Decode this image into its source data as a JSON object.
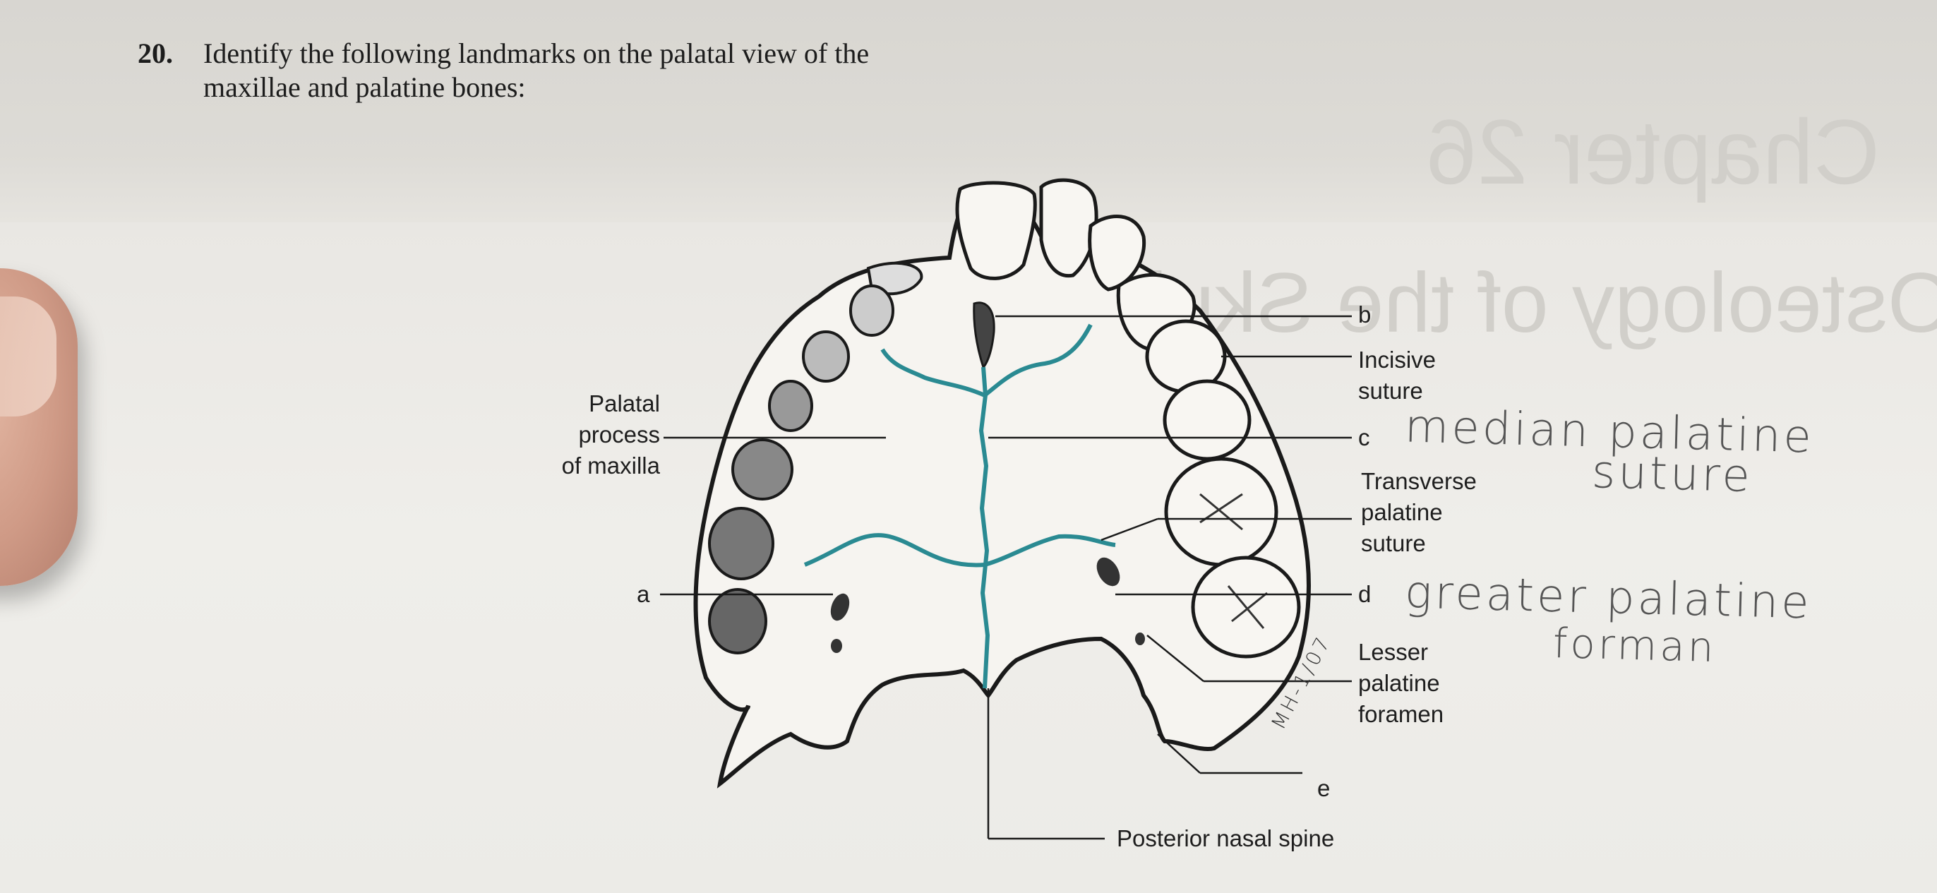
{
  "question": {
    "number": "20.",
    "text_line1": "Identify the following landmarks on the palatal view of the",
    "text_line2": "maxillae and palatine bones:"
  },
  "labels": {
    "b": "b",
    "incisive_line1": "Incisive",
    "incisive_line2": "suture",
    "palatal_line1": "Palatal",
    "palatal_line2": "process",
    "palatal_line3": "of maxilla",
    "c": "c",
    "transverse_line1": "Transverse",
    "transverse_line2": "palatine",
    "transverse_line3": "suture",
    "a": "a",
    "d": "d",
    "lesser_line1": "Lesser",
    "lesser_line2": "palatine",
    "lesser_line3": "foramen",
    "e": "e",
    "posterior": "Posterior nasal spine"
  },
  "handwriting": {
    "c_line1": "median palatine",
    "c_line2": "suture",
    "d_line1": "greater palatine",
    "d_line2": "forman"
  },
  "signature": "MH-1/07",
  "colors": {
    "suture_line": "#2a8a92",
    "ink": "#1a1a1a"
  }
}
